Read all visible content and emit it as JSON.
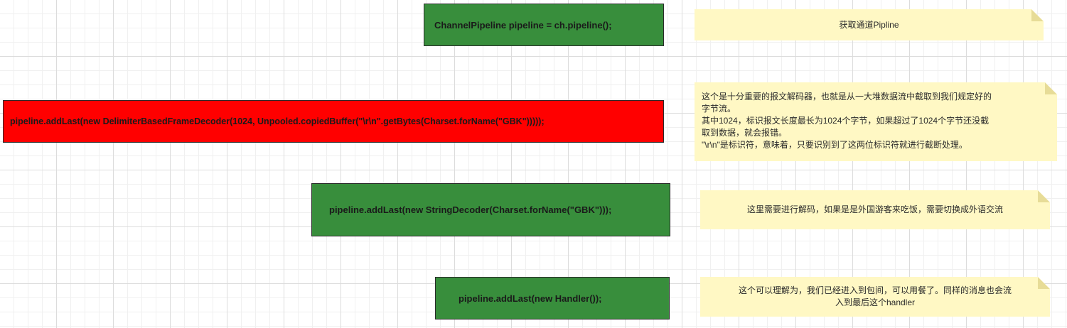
{
  "steps": [
    {
      "code": "ChannelPipeline pipeline = ch.pipeline();",
      "fill": "#388e3c",
      "note": "获取通道Pipline"
    },
    {
      "code": "pipeline.addLast(new DelimiterBasedFrameDecoder(1024, Unpooled.copiedBuffer(\"\\r\\n\".getBytes(Charset.forName(\"GBK\")))));",
      "fill": "#ff0000",
      "note_lines": [
        "这个是十分重要的报文解码器，也就是从一大堆数据流中截取到我们规定好的",
        "字节流。",
        "其中1024，标识报文长度最长为1024个字节，如果超过了1024个字节还没截",
        "取到数据，就会报错。",
        "\"\\r\\n\"是标识符，意味着，只要识别到了这两位标识符就进行截断处理。"
      ]
    },
    {
      "code": "pipeline.addLast(new StringDecoder(Charset.forName(\"GBK\")));",
      "fill": "#388e3c",
      "note": "这里需要进行解码，如果是是外国游客来吃饭，需要切换成外语交流"
    },
    {
      "code": "pipeline.addLast(new Handler());",
      "fill": "#388e3c",
      "note_lines": [
        "这个可以理解为，我们已经进入到包间，可以用餐了。同样的消息也会流",
        "入到最后这个handler"
      ]
    }
  ],
  "note_color": "#fff8c4"
}
